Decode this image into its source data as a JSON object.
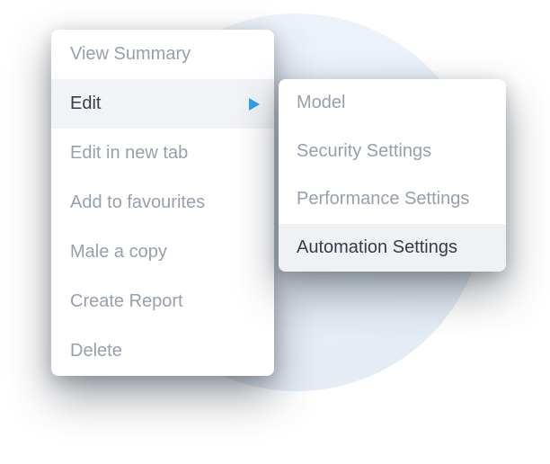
{
  "colors": {
    "accent_blue": "#2ba1f1",
    "text_muted": "#97a0ad",
    "text_dark": "#333e49",
    "main_highlight": "#f2f3f6",
    "sub_highlight": "#f0f1f4",
    "circle_top": "#edf3fa",
    "circle_bottom": "#e5ecf4",
    "panel_bg": "#ffffff"
  },
  "context_menu": {
    "items": [
      {
        "label": "View Summary",
        "active": false,
        "has_submenu": false
      },
      {
        "label": "Edit",
        "active": true,
        "has_submenu": true
      },
      {
        "label": "Edit in new tab",
        "active": false,
        "has_submenu": false
      },
      {
        "label": "Add to favourites",
        "active": false,
        "has_submenu": false
      },
      {
        "label": "Male a copy",
        "active": false,
        "has_submenu": false
      },
      {
        "label": "Create Report",
        "active": false,
        "has_submenu": false
      },
      {
        "label": "Delete",
        "active": false,
        "has_submenu": false
      }
    ]
  },
  "edit_submenu": {
    "items": [
      {
        "label": "Model",
        "active": false,
        "has_submenu": false
      },
      {
        "label": "Security Settings",
        "active": false,
        "has_submenu": false
      },
      {
        "label": "Performance Settings",
        "active": false,
        "has_submenu": false
      },
      {
        "label": "Automation Settings",
        "active": true,
        "has_submenu": false
      }
    ]
  }
}
